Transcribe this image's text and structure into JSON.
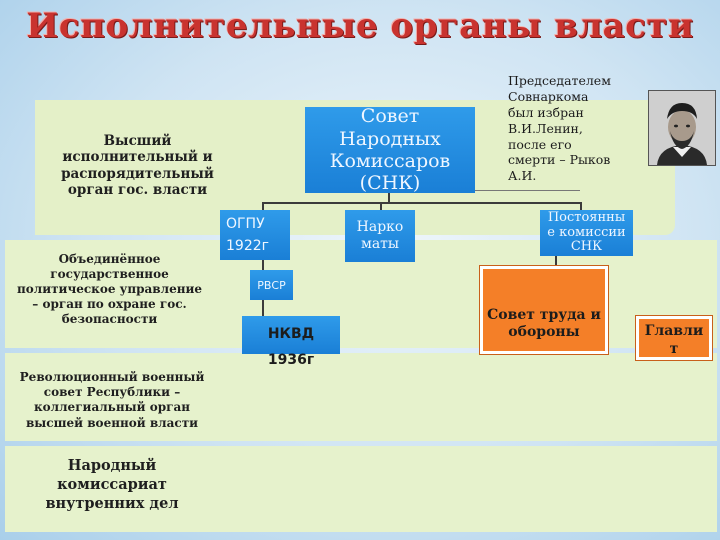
{
  "title": "Исполнительные органы власти",
  "snk": {
    "lines": [
      "Совет",
      "Народных",
      "Комиссаров",
      "(СНК)"
    ]
  },
  "lenin_note": {
    "lines": [
      "Председателем",
      "Совнаркома",
      "был избран",
      "В.И.Ленин,",
      "после его",
      "смерти – Рыков",
      "А.И."
    ]
  },
  "supreme_desc": {
    "lines": [
      "Высший",
      "исполнительный и",
      "распорядительный",
      "орган гос. власти"
    ]
  },
  "ogpu": {
    "name": "ОГПУ",
    "year": "1922г"
  },
  "narkomaty": {
    "lines": [
      "Нарко",
      "маты"
    ]
  },
  "permanent": {
    "lines": [
      "Постоянны",
      "е комиссии",
      "СНК"
    ]
  },
  "ogpu_desc": {
    "lines": [
      "Объединённое",
      "государственное",
      "политическое управление",
      "– орган по охране гос.",
      "безопасности"
    ]
  },
  "rvsr": {
    "name": "РВСР"
  },
  "council_labor": {
    "lines": [
      "Совет труда и",
      "обороны"
    ]
  },
  "glavki": {
    "lines": [
      "Главли",
      "т"
    ]
  },
  "rvsr_desc": {
    "lines": [
      "Революционный военный",
      "совет Республики –",
      "коллегиальный орган",
      "высшей военной власти"
    ]
  },
  "nkvd": {
    "name": "НКВД",
    "year": "1936г"
  },
  "nkvd_desc": {
    "lines": [
      "Народный",
      "комиссариат",
      "внутренних дел"
    ]
  },
  "colors": {
    "title": "#c9332f",
    "blue_box": "#1a7fd6",
    "orange_box": "#f47f28",
    "band": "#e6f2cc"
  },
  "icons": {
    "portrait": "portrait-photo"
  }
}
